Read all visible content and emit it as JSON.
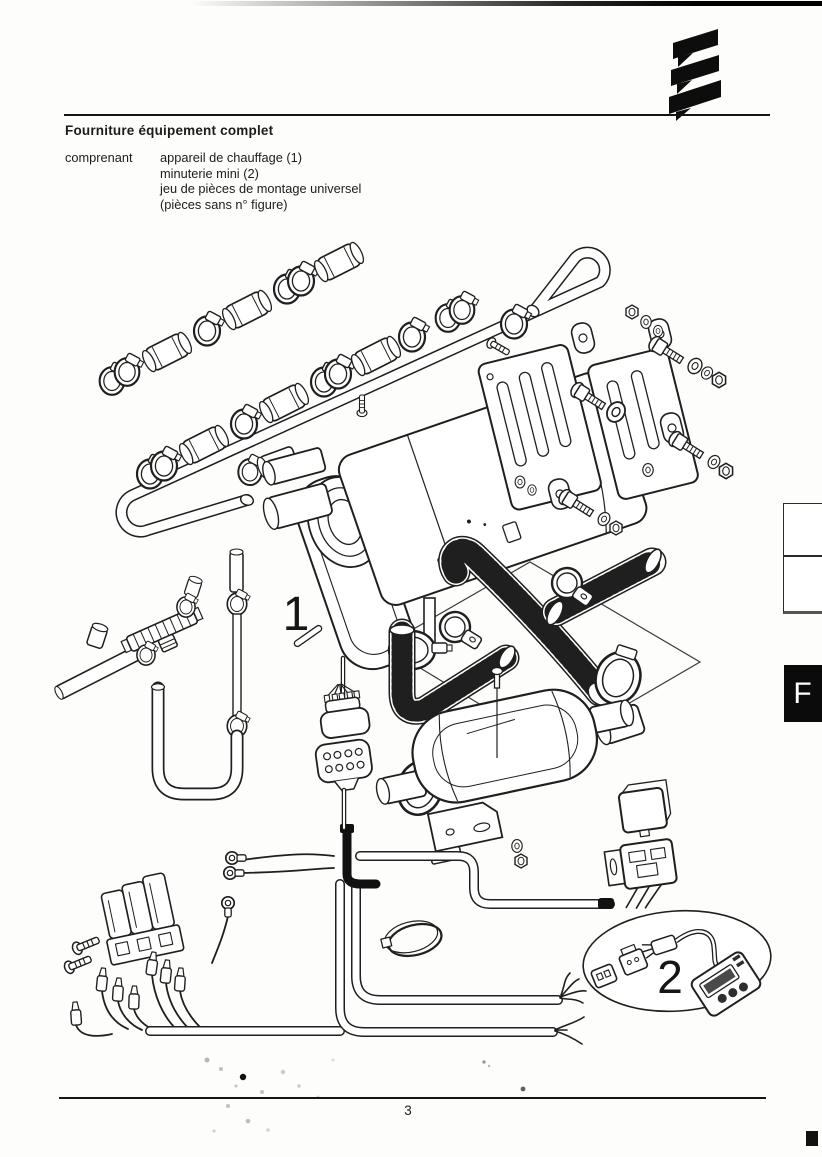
{
  "header": {
    "title": "Fourniture équipement complet"
  },
  "intro": {
    "label": "comprenant",
    "items": [
      "appareil de chauffage (1)",
      "minuterie mini (2)",
      "jeu de pièces de montage universel",
      "(pièces sans n° figure)"
    ]
  },
  "diagram": {
    "heater_label": "1",
    "timer_label": "2"
  },
  "icons": {
    "logo": "eberspaecher-stripes-logo"
  },
  "sidebar": {
    "tab_letter": "F"
  },
  "footer": {
    "page_number": "3"
  },
  "colors": {
    "ink": "#1f1f1f",
    "paper": "#fdfdfc"
  }
}
